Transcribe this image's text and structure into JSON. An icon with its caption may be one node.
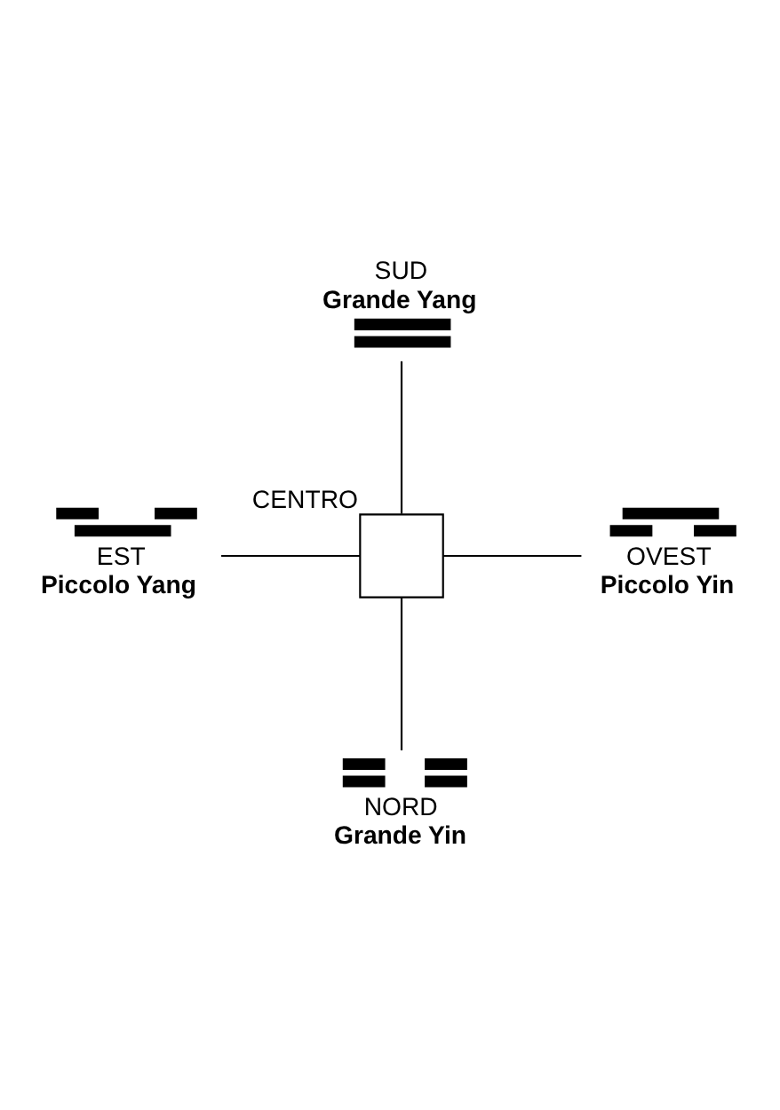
{
  "diagram": {
    "nodes": [
      {
        "text": [
          "SUD",
          "Grande Yang"
        ]
      },
      {
        "text": [],
        "shape": "box",
        "beside": [
          "CENTRO"
        ]
      },
      {
        "text": [
          "EST",
          "Piccolo Yang"
        ]
      },
      {
        "text": [
          "OVEST",
          "Piccolo Yin"
        ]
      },
      {
        "text": [
          "NORD",
          "Grande Yin"
        ]
      }
    ],
    "edges": [
      {
        "from": 0,
        "to": 1,
        "arrow": "none"
      },
      {
        "from": 2,
        "to": 1,
        "arrow": "none"
      },
      {
        "from": 1,
        "to": 3,
        "arrow": "none"
      },
      {
        "from": 1,
        "to": 4,
        "arrow": "none"
      }
    ]
  }
}
